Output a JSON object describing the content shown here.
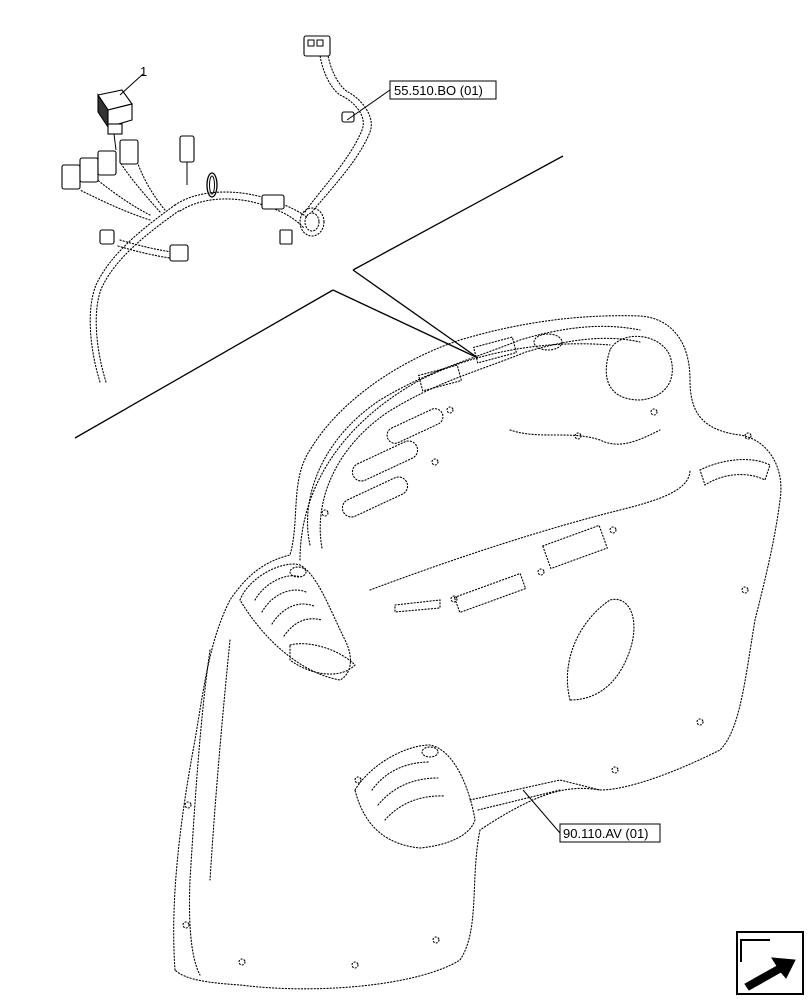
{
  "callouts": {
    "item_number": "1",
    "ref_top": "55.510.BO (01)",
    "ref_bottom": "90.110.AV (01)"
  },
  "icons": {
    "navigation": "arrow-next-icon"
  }
}
